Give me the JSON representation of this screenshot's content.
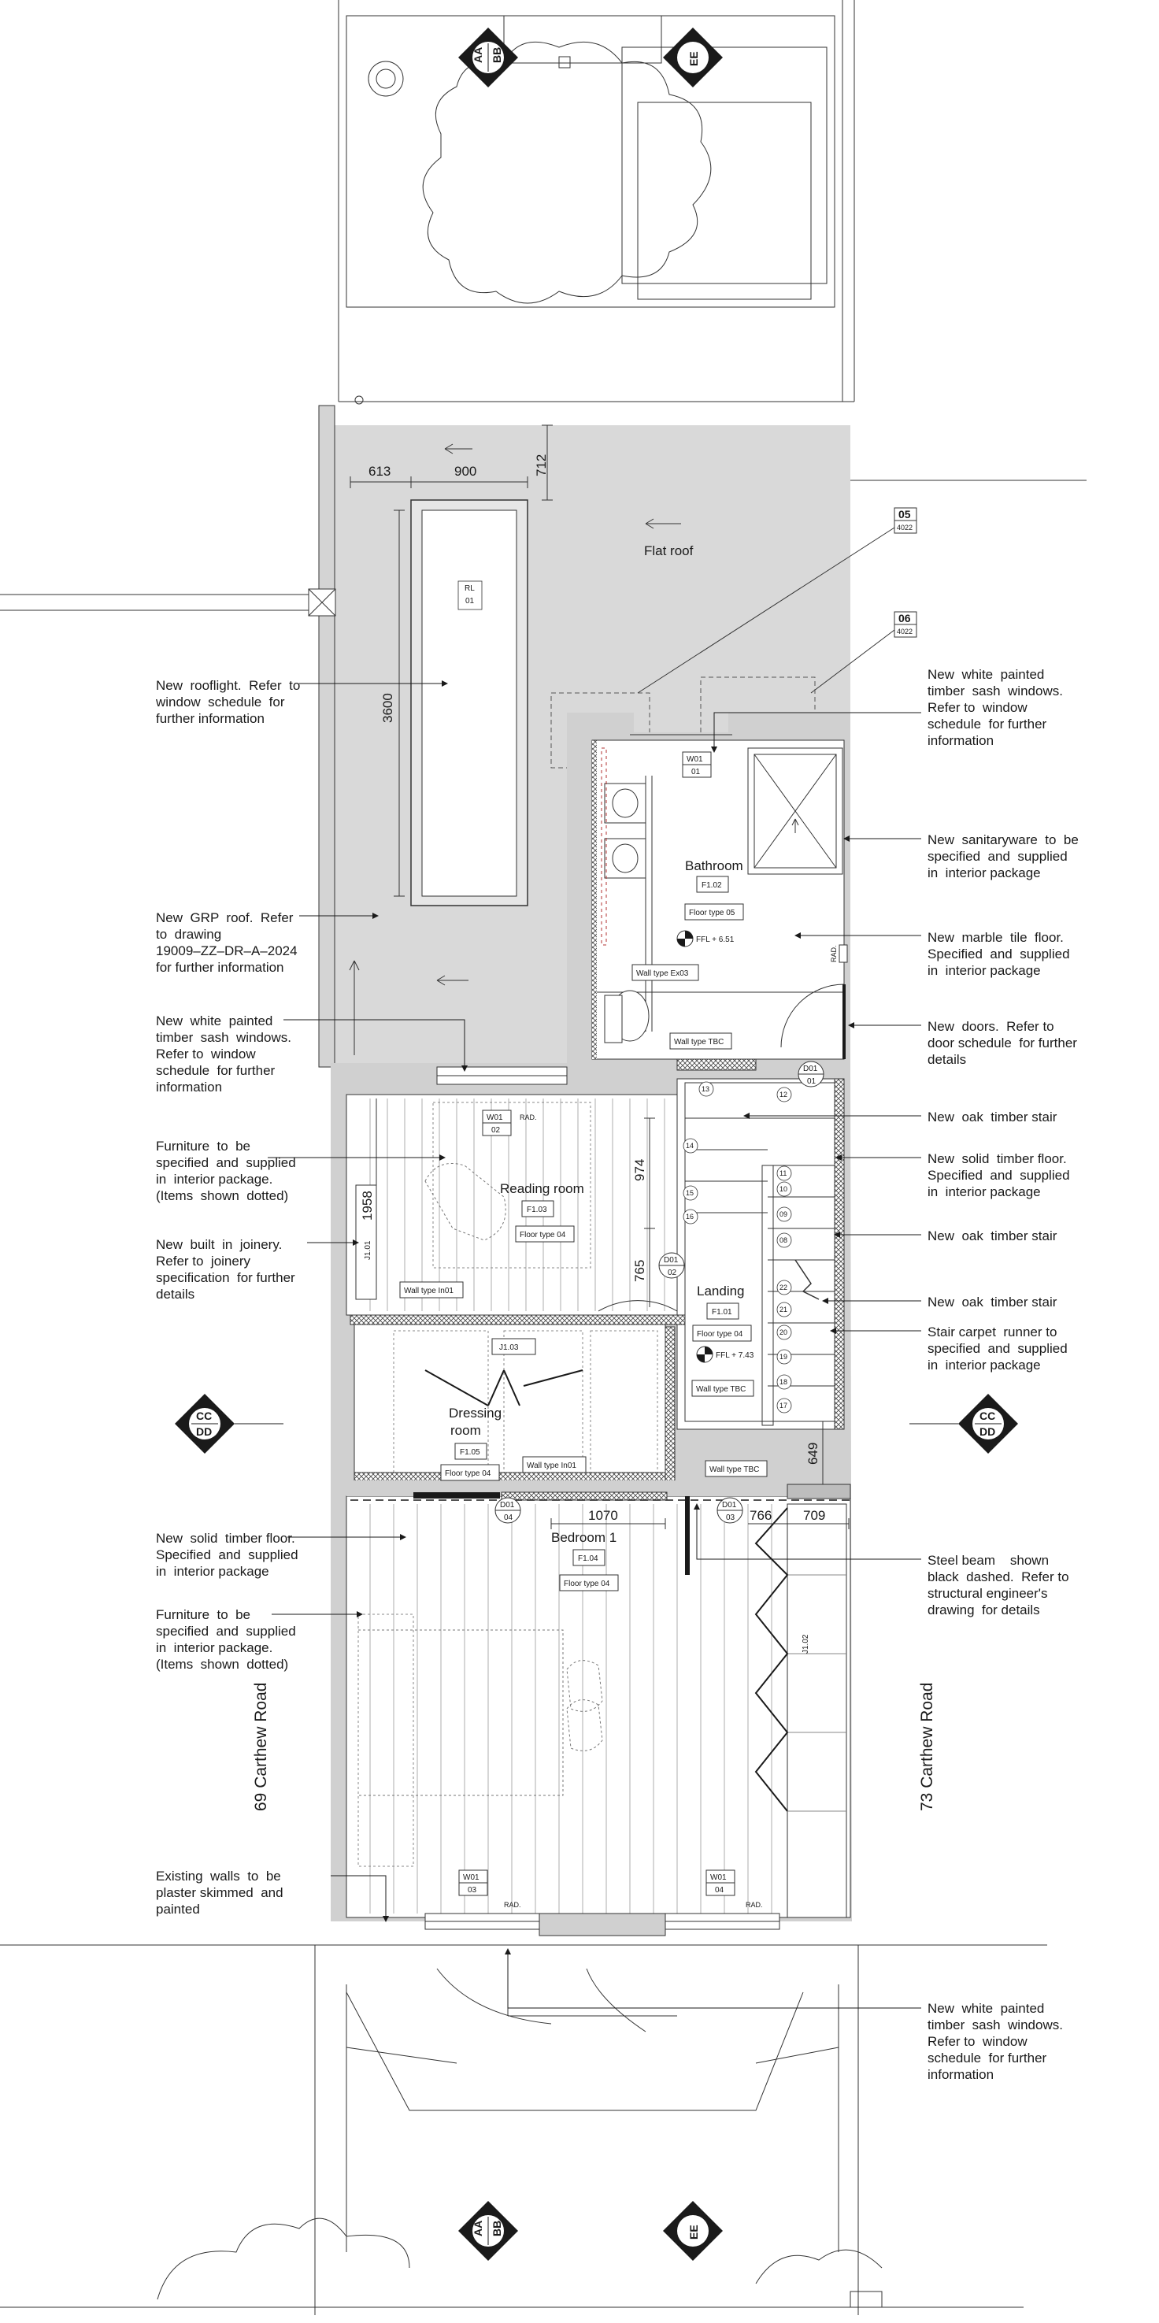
{
  "rooms": {
    "bathroom": "Bathroom",
    "reading_room": "Reading  room",
    "landing": "Landing",
    "dressing_1": "Dressing",
    "dressing_2": "room",
    "bedroom": "Bedroom   1",
    "flat_roof": "Flat roof"
  },
  "tags": {
    "rl": "RL",
    "rl_num": "01",
    "w01": "W01",
    "w01_01": "01",
    "w01_02": "02",
    "w01_03": "03",
    "w01_04": "04",
    "f102": "F1.02",
    "f103": "F1.03",
    "f101": "F1.01",
    "f105": "F1.05",
    "f104": "F1.04",
    "ft05": "Floor type  05",
    "ft04": "Floor type  04",
    "wt_ex03": "Wall type  Ex03",
    "wt_tbc": "Wall type  TBC",
    "wt_in01": "Wall type  In01",
    "ffl_651": "FFL  + 6.51",
    "ffl_743": "FFL  + 7.43",
    "d01": "D01",
    "d01_01": "01",
    "d01_02": "02",
    "d01_03": "03",
    "d01_04": "04",
    "j101": "J1.01",
    "j102": "J1.02",
    "j103": "J1.03",
    "rad": "RAD."
  },
  "dimensions": {
    "d613": "613",
    "d900": "900",
    "d712": "712",
    "d3600": "3600",
    "d974": "974",
    "d1958": "1958",
    "d765": "765",
    "d649": "649",
    "d1070": "1070",
    "d766": "766",
    "d709": "709"
  },
  "sections": {
    "aa": "AA",
    "bb": "BB",
    "ee": "EE",
    "cc": "CC",
    "dd": "DD",
    "ref05": "05",
    "ref06": "06",
    "ref_sheet": "4022"
  },
  "roads": {
    "left": "69  Carthew  Road",
    "right": "73  Carthew  Road"
  },
  "stair_steps": [
    "13",
    "12",
    "11",
    "10",
    "09",
    "08",
    "14",
    "15",
    "16",
    "22",
    "21",
    "20",
    "19",
    "18",
    "17"
  ],
  "annotations": {
    "rooflight": "New  rooflight.  Refer  to\nwindow  schedule  for\nfurther information",
    "grp_roof": "New  GRP  roof.  Refer\nto  drawing\n19009–ZZ–DR–A–2024\nfor further information",
    "sash_left": "New  white  painted\ntimber  sash  windows.\nRefer to  window\nschedule  for further\ninformation",
    "furniture_1": "Furniture  to  be\nspecified  and  supplied\nin  interior package.\n(Items  shown  dotted)",
    "joinery": "New  built  in  joinery.\nRefer to  joinery\nspecification  for further\ndetails",
    "timber_floor_left": "New  solid  timber floor.\nSpecified  and  supplied\nin  interior package",
    "furniture_2": "Furniture  to  be\nspecified  and  supplied\nin  interior package.\n(Items  shown  dotted)",
    "existing_walls": "Existing  walls  to  be\nplaster skimmed  and\npainted",
    "sash_top_right": "New  white  painted\ntimber  sash  windows.\nRefer to  window\nschedule  for further\ninformation",
    "sanitaryware": "New  sanitaryware  to  be\nspecified  and  supplied\nin  interior package",
    "marble": "New  marble  tile  floor.\nSpecified  and  supplied\nin  interior package",
    "doors": "New  doors.  Refer to\ndoor schedule  for further\ndetails",
    "oak_stair_1": "New  oak  timber stair",
    "timber_floor_right": "New  solid  timber floor.\nSpecified  and  supplied\nin  interior package",
    "oak_stair_2": "New  oak  timber stair",
    "oak_stair_3": "New  oak  timber stair",
    "carpet": "Stair carpet  runner to\nspecified  and  supplied\nin  interior package",
    "steel_beam": "Steel beam    shown\nblack  dashed.  Refer to\nstructural engineer's\ndrawing  for details",
    "sash_bottom_right": "New  white  painted\ntimber  sash  windows.\nRefer to  window\nschedule  for further\ninformation"
  },
  "colors": {
    "roof": "#d9d9d9",
    "wall": "#d0d0d0",
    "line": "#1a1a1a",
    "hatch": "#555555"
  }
}
